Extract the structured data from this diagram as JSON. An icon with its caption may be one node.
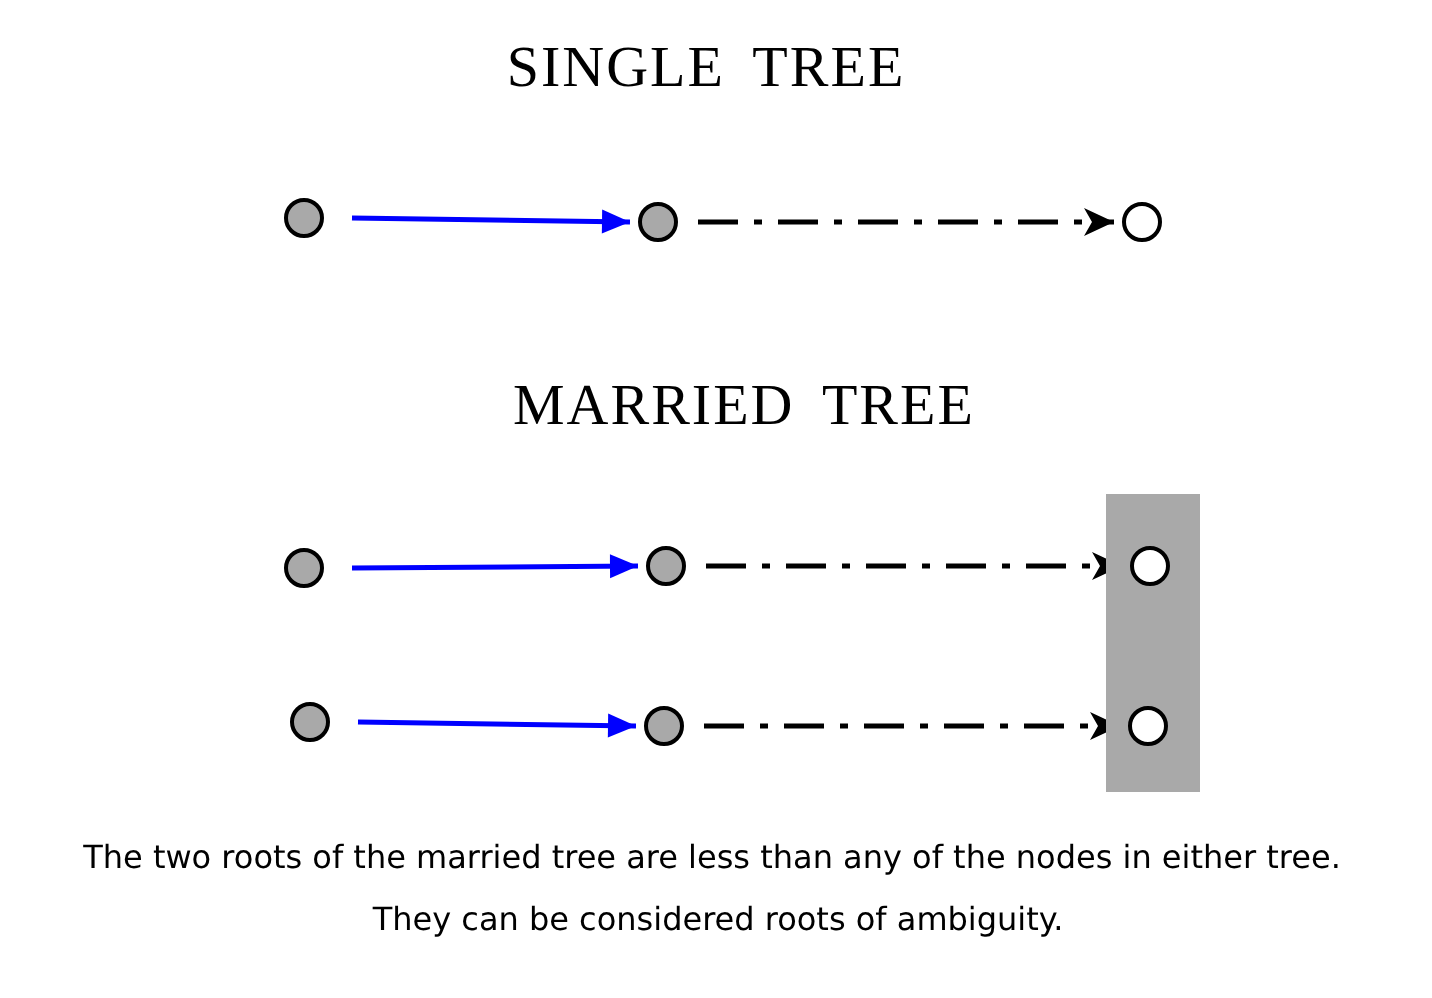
{
  "diagram": {
    "nodes": [
      {
        "text": [],
        "shape": "circle"
      },
      {
        "text": [],
        "shape": "circle"
      },
      {
        "text": [],
        "shape": "circle"
      },
      {
        "text": [],
        "shape": "bar"
      },
      {
        "text": [],
        "shape": "circle"
      },
      {
        "text": [],
        "shape": "circle"
      },
      {
        "text": [],
        "shape": "circle",
        "in": 3
      },
      {
        "text": [],
        "shape": "circle"
      },
      {
        "text": [],
        "shape": "circle"
      },
      {
        "text": [],
        "shape": "circle",
        "in": 3
      }
    ],
    "edges": [
      {
        "from": 0,
        "to": 1,
        "arrow": "to",
        "color": "#0000ff"
      },
      {
        "from": 1,
        "to": 2,
        "arrow": "to",
        "style": "dashed",
        "color": "#000000"
      },
      {
        "from": 4,
        "to": 5,
        "arrow": "to",
        "color": "#0000ff"
      },
      {
        "from": 5,
        "to": 6,
        "arrow": "to",
        "style": "dashed",
        "color": "#000000"
      },
      {
        "from": 7,
        "to": 8,
        "arrow": "to",
        "color": "#0000ff"
      },
      {
        "from": 8,
        "to": 9,
        "arrow": "to",
        "style": "dashed",
        "color": "#000000"
      }
    ],
    "labels": [
      "SINGLE TREE",
      "MARRIED TREE",
      "The two roots of the married tree are less than any of the nodes in either tree.",
      "They can be considered roots of ambiguity."
    ]
  }
}
